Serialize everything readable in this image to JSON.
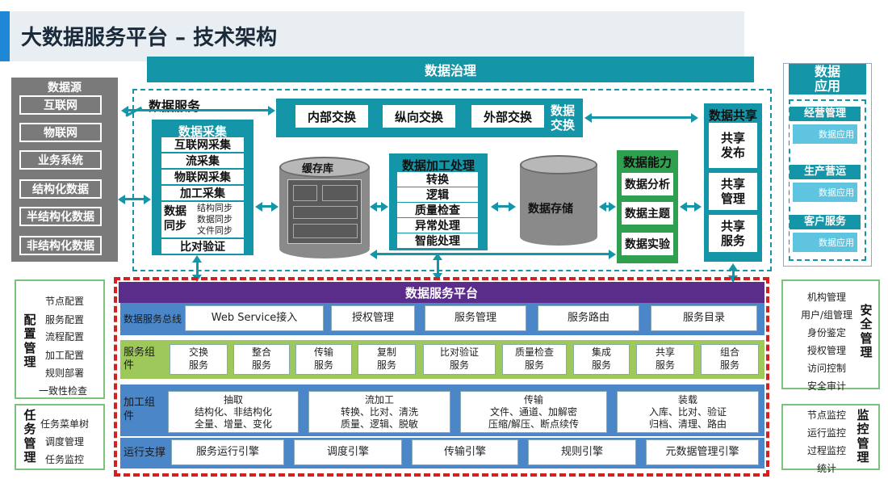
{
  "title": "大数据服务平台 – 技术架构",
  "governance": "数据治理",
  "data_app": {
    "title": "数据\n应用",
    "items": [
      {
        "label": "经营管理",
        "sub": "数据应用"
      },
      {
        "label": "生产营运",
        "sub": "数据应用"
      },
      {
        "label": "客户服务",
        "sub": "数据应用"
      }
    ]
  },
  "data_source": {
    "title": "数据源",
    "items": [
      "互联网",
      "物联网",
      "业务系统",
      "结构化数据",
      "半结构化数据",
      "非结构化数据"
    ]
  },
  "data_service": "数据服务",
  "exchange": {
    "items": [
      "内部交换",
      "纵向交换",
      "外部交换"
    ],
    "label": "数据\n交换"
  },
  "collect": {
    "title": "数据采集",
    "items": [
      "互联网采集",
      "流采集",
      "物联网采集",
      "加工采集"
    ],
    "sync_label": "数据\n同步",
    "sync_items": [
      "结构同步",
      "数据同步",
      "文件同步"
    ],
    "verify": "比对验证"
  },
  "cache": "缓存库",
  "processing": {
    "title": "数据加工处理",
    "items": [
      "转换",
      "逻辑",
      "质量检查",
      "异常处理",
      "智能处理"
    ]
  },
  "storage": "数据存储",
  "ability": {
    "title": "数据能力",
    "items": [
      "数据分析",
      "数据主题",
      "数据实验"
    ]
  },
  "share": {
    "title": "数据共享",
    "items": [
      "共享\n发布",
      "共享\n管理",
      "共享\n服务"
    ]
  },
  "platform": {
    "title": "数据服务平台",
    "bus_label": "数据服务总线",
    "bus_items": [
      "Web Service接入",
      "授权管理",
      "服务管理",
      "服务路由",
      "服务目录"
    ],
    "comp_label": "服务组件",
    "comp_items": [
      "交换\n服务",
      "整合\n服务",
      "传输\n服务",
      "复制\n服务",
      "比对验证\n服务",
      "质量检查\n服务",
      "集成\n服务",
      "共享\n服务",
      "组合\n服务"
    ],
    "proc_label": "加工组件",
    "proc_items": [
      "抽取\n结构化、非结构化\n全量、增量、变化",
      "流加工\n转换、比对、清洗\n质量、逻辑、脱敏",
      "传输\n文件、通道、加解密\n压缩/解压、断点续传",
      "装载\n入库、比对、验证\n归档、清理、路由"
    ],
    "run_label": "运行支撑",
    "run_items": [
      "服务运行引擎",
      "调度引擎",
      "传输引擎",
      "规则引擎",
      "元数据管理引擎"
    ]
  },
  "config": {
    "title": "配置管理",
    "items": [
      "节点配置",
      "服务配置",
      "流程配置",
      "加工配置",
      "规则部署",
      "一致性检查"
    ]
  },
  "task": {
    "title": "任务管理",
    "items": [
      "任务菜单树",
      "调度管理",
      "任务监控"
    ]
  },
  "security": {
    "title": "安全管理",
    "items": [
      "机构管理",
      "用户/组管理",
      "身份鉴定",
      "授权管理",
      "访问控制",
      "安全审计"
    ]
  },
  "monitor": {
    "title": "监控管理",
    "items": [
      "节点监控",
      "运行监控",
      "过程监控",
      "统计"
    ]
  }
}
